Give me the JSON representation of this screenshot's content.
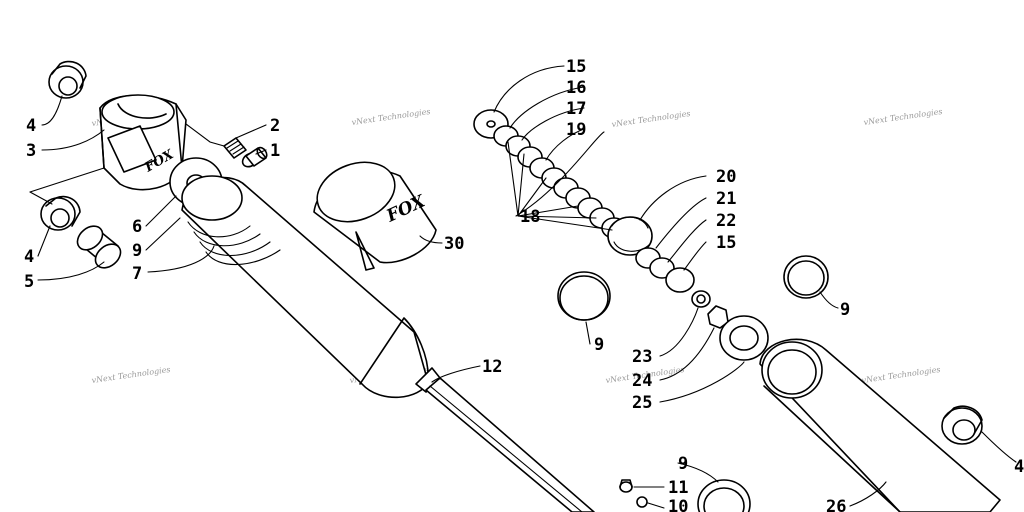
{
  "diagram": {
    "callouts": [
      {
        "id": "c-4a",
        "text": "4"
      },
      {
        "id": "c-3",
        "text": "3"
      },
      {
        "id": "c-2",
        "text": "2"
      },
      {
        "id": "c-1",
        "text": "1"
      },
      {
        "id": "c-6",
        "text": "6"
      },
      {
        "id": "c-9a",
        "text": "9"
      },
      {
        "id": "c-7",
        "text": "7"
      },
      {
        "id": "c-4b",
        "text": "4"
      },
      {
        "id": "c-5",
        "text": "5"
      },
      {
        "id": "c-30",
        "text": "30"
      },
      {
        "id": "c-12",
        "text": "12"
      },
      {
        "id": "c-15a",
        "text": "15"
      },
      {
        "id": "c-16",
        "text": "16"
      },
      {
        "id": "c-17",
        "text": "17"
      },
      {
        "id": "c-19",
        "text": "19"
      },
      {
        "id": "c-18",
        "text": "18"
      },
      {
        "id": "c-20",
        "text": "20"
      },
      {
        "id": "c-21",
        "text": "21"
      },
      {
        "id": "c-22",
        "text": "22"
      },
      {
        "id": "c-15b",
        "text": "15"
      },
      {
        "id": "c-9b",
        "text": "9"
      },
      {
        "id": "c-23",
        "text": "23"
      },
      {
        "id": "c-24",
        "text": "24"
      },
      {
        "id": "c-25",
        "text": "25"
      },
      {
        "id": "c-9c",
        "text": "9"
      },
      {
        "id": "c-9d",
        "text": "9"
      },
      {
        "id": "c-11",
        "text": "11"
      },
      {
        "id": "c-10",
        "text": "10"
      },
      {
        "id": "c-26",
        "text": "26"
      },
      {
        "id": "c-4c",
        "text": "4"
      }
    ],
    "watermark": "vNext Technologies",
    "brand_logo": "FOX"
  }
}
